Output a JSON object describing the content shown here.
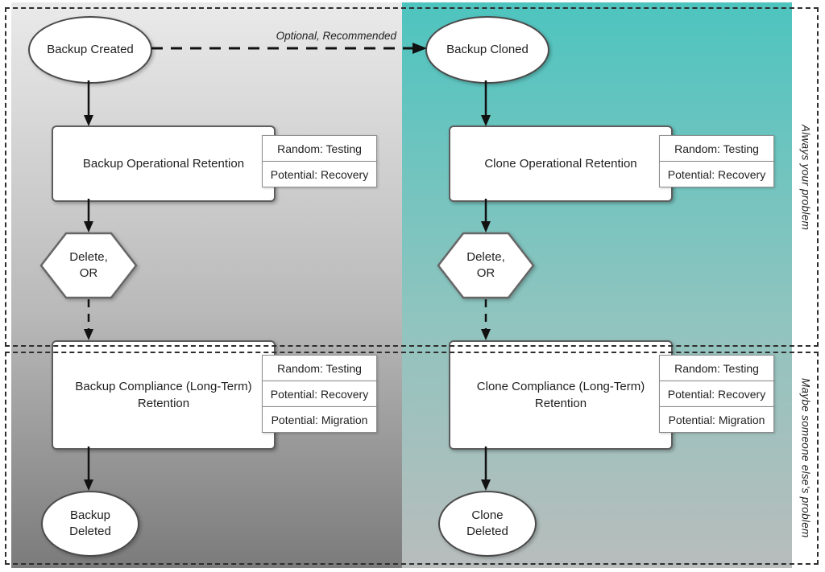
{
  "annotations": {
    "optional_label": "Optional, Recommended",
    "region_top_label": "Always your problem",
    "region_bottom_label": "Maybe someone else's problem"
  },
  "backup_flow": {
    "created": "Backup Created",
    "operational": "Backup Operational Retention",
    "operational_tags": [
      "Random: Testing",
      "Potential: Recovery"
    ],
    "decision_line1": "Delete,",
    "decision_line2": "OR",
    "compliance_line1": "Backup Compliance (Long-Term)",
    "compliance_line2": "Retention",
    "compliance_tags": [
      "Random: Testing",
      "Potential: Recovery",
      "Potential: Migration"
    ],
    "deleted_line1": "Backup",
    "deleted_line2": "Deleted"
  },
  "clone_flow": {
    "created": "Backup Cloned",
    "operational": "Clone Operational Retention",
    "operational_tags": [
      "Random: Testing",
      "Potential: Recovery"
    ],
    "decision_line1": "Delete,",
    "decision_line2": "OR",
    "compliance_line1": "Clone Compliance (Long-Term)",
    "compliance_line2": "Retention",
    "compliance_tags": [
      "Random: Testing",
      "Potential: Recovery",
      "Potential: Migration"
    ],
    "deleted_line1": "Clone",
    "deleted_line2": "Deleted"
  },
  "palette": {
    "teal_top": "#4ec4bf",
    "teal_bottom": "#b8bdbc",
    "gray_top": "#eaeaea",
    "gray_bottom": "#7b7b7b",
    "line": "#111111"
  }
}
